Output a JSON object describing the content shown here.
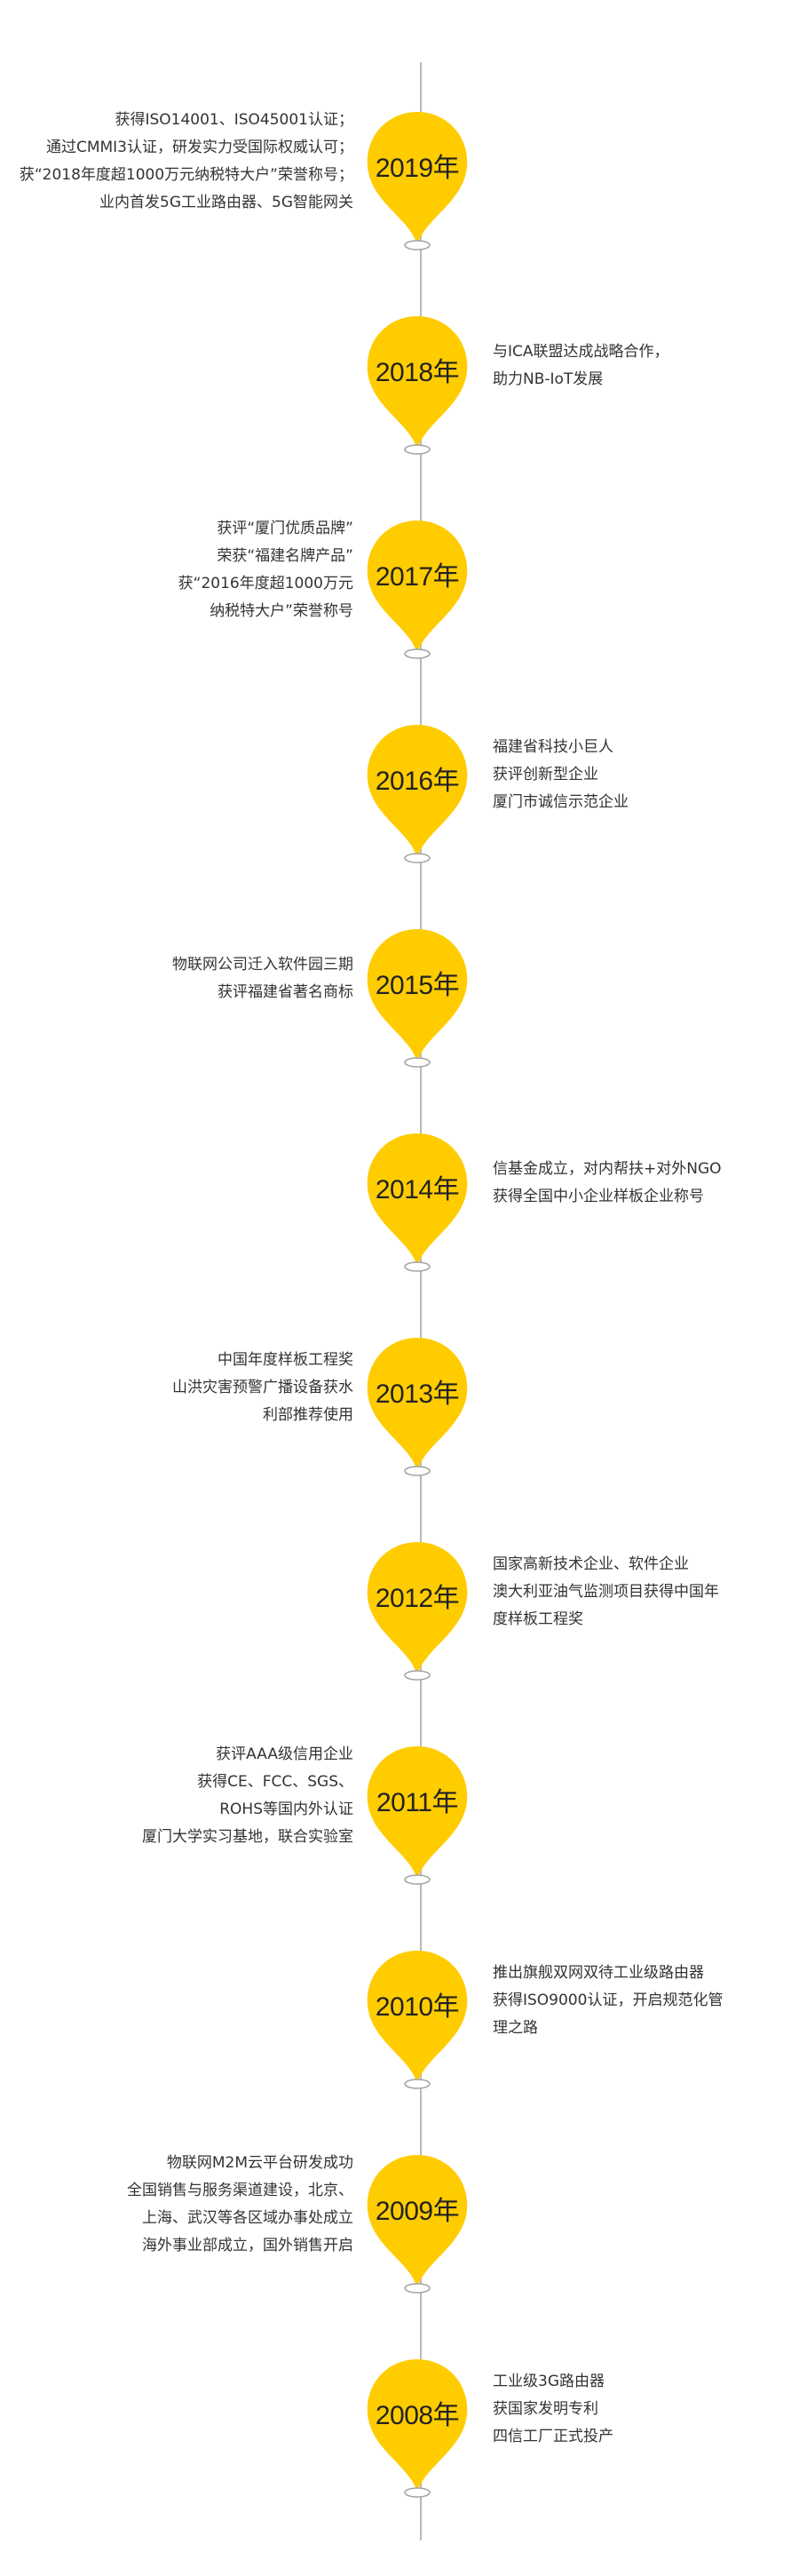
{
  "timeline": {
    "items": [
      {
        "year": "2019年",
        "side": "left",
        "lines": [
          "获得ISO14001、ISO45001认证；",
          "通过CMMI3认证，研发实力受国际权威认可；",
          "获“2018年度超1000万元纳税特大户”荣誉称号；",
          "业内首发5G工业路由器、5G智能网关"
        ]
      },
      {
        "year": "2018年",
        "side": "right",
        "lines": [
          "与ICA联盟达成战略合作，",
          "助力NB-IoT发展"
        ]
      },
      {
        "year": "2017年",
        "side": "left",
        "lines": [
          "获评“厦门优质品牌”",
          "荣获“福建名牌产品”",
          "获“2016年度超1000万元",
          "纳税特大户”荣誉称号"
        ]
      },
      {
        "year": "2016年",
        "side": "right",
        "lines": [
          "福建省科技小巨人",
          "获评创新型企业",
          "厦门市诚信示范企业"
        ]
      },
      {
        "year": "2015年",
        "side": "left",
        "lines": [
          "物联网公司迁入软件园三期",
          "获评福建省著名商标"
        ]
      },
      {
        "year": "2014年",
        "side": "right",
        "lines": [
          "信基金成立，对内帮扶+对外NGO",
          "获得全国中小企业样板企业称号"
        ]
      },
      {
        "year": "2013年",
        "side": "left",
        "lines": [
          "中国年度样板工程奖",
          "山洪灾害预警广播设备获水",
          "利部推荐使用"
        ]
      },
      {
        "year": "2012年",
        "side": "right",
        "lines": [
          "国家高新技术企业、软件企业",
          "澳大利亚油气监测项目获得中国年",
          "度样板工程奖"
        ]
      },
      {
        "year": "2011年",
        "side": "left",
        "lines": [
          "获评AAA级信用企业",
          "获得CE、FCC、SGS、",
          "ROHS等国内外认证",
          "厦门大学实习基地，联合实验室"
        ]
      },
      {
        "year": "2010年",
        "side": "right",
        "lines": [
          "推出旗舰双网双待工业级路由器",
          "获得ISO9000认证，开启规范化管",
          "理之路"
        ]
      },
      {
        "year": "2009年",
        "side": "left",
        "lines": [
          "物联网M2M云平台研发成功",
          "全国销售与服务渠道建设，北京、",
          "上海、武汉等各区域办事处成立",
          "海外事业部成立，国外销售开启"
        ]
      },
      {
        "year": "2008年",
        "side": "right",
        "lines": [
          "工业级3G路由器",
          "获国家发明专利",
          "四信工厂正式投产"
        ]
      }
    ]
  },
  "colors": {
    "pin": "#ffcc00",
    "axis": "#b9b9b9",
    "text": "#333333"
  }
}
